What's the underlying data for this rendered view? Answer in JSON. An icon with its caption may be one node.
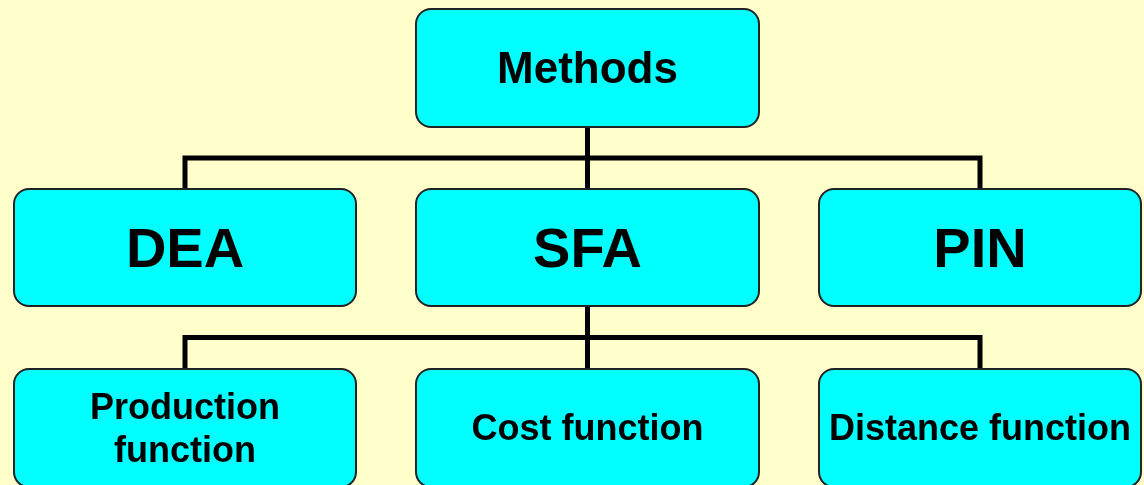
{
  "diagram": {
    "nodes": [
      {
        "text": [
          "Methods"
        ]
      },
      {
        "text": [
          "DEA"
        ]
      },
      {
        "text": [
          "SFA"
        ]
      },
      {
        "text": [
          "PIN"
        ]
      },
      {
        "text": [
          "Production function"
        ]
      },
      {
        "text": [
          "Cost function"
        ]
      },
      {
        "text": [
          "Distance function"
        ]
      }
    ],
    "edges": [
      {
        "from": 0,
        "to": 1,
        "arrow": "none"
      },
      {
        "from": 0,
        "to": 2,
        "arrow": "none"
      },
      {
        "from": 0,
        "to": 3,
        "arrow": "none"
      },
      {
        "from": 2,
        "to": 4,
        "arrow": "none"
      },
      {
        "from": 2,
        "to": 5,
        "arrow": "none"
      },
      {
        "from": 2,
        "to": 6,
        "arrow": "none"
      }
    ]
  }
}
